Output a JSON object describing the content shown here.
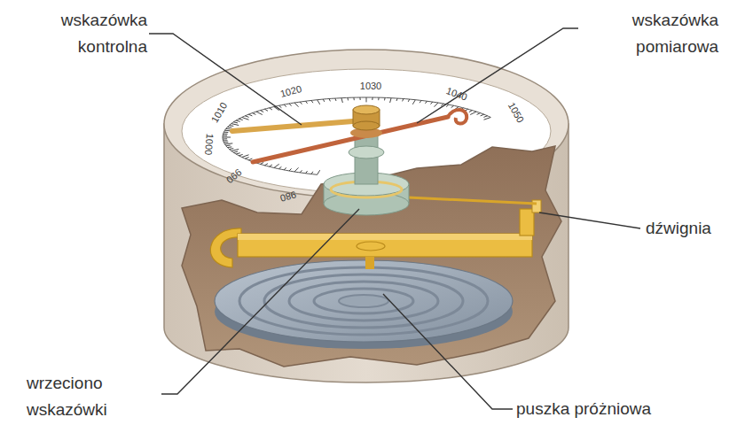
{
  "diagram": {
    "labels": [
      "wskazówka kontrolna",
      "wskazówka pomiarowa",
      "dźwignia",
      "wrzeciono wskazówki",
      "puszka próżniowa",
      "980",
      "990",
      "1000",
      "1010",
      "1020",
      "1030",
      "1040",
      "1050"
    ]
  }
}
